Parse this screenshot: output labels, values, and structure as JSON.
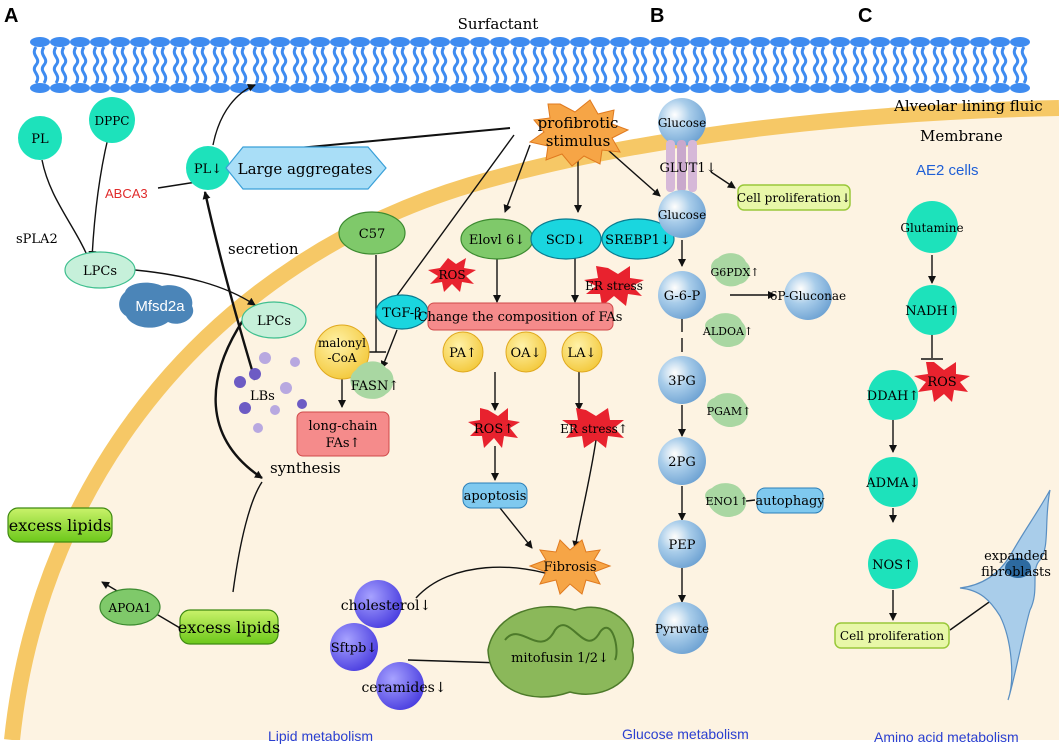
{
  "panels": {
    "a": "A",
    "b": "B",
    "c": "C"
  },
  "header": {
    "surfactant": "Surfactant",
    "alveolar_lining": "Alveolar lining fluic",
    "membrane": "Membrane",
    "cell_type": "AE2 cells"
  },
  "lipid": {
    "pl": "PL",
    "dppc": "DPPC",
    "pl_down": "PL↓",
    "large_aggregates": "Large aggregates",
    "abca3": "ABCA3",
    "spla2": "sPLA2",
    "lpcs_outer": "LPCs",
    "mfsd2a": "Mfsd2a",
    "lpcs_inner": "LPCs",
    "secretion": "secretion",
    "lbs": "LBs",
    "synthesis": "synthesis",
    "c57": "C57",
    "tgf_beta": "TGF-β",
    "malonyl_1": "malonyl",
    "malonyl_2": "-CoA",
    "fasn": "FASN↑",
    "long_chain_1": "long-chain",
    "long_chain_2": "FAs↑",
    "elovl6": "Elovl 6↓",
    "scd": "SCD↓",
    "srebp1": "SREBP1↓",
    "ros_small": "ROS",
    "er_stress_small": "ER stress",
    "change_fas": "Change the composition of FAs",
    "pa": "PA↑",
    "oa": "OA↓",
    "la": "LA↓",
    "ros_up": "ROS↑",
    "er_stress_up": "ER stress↑",
    "apoptosis": "apoptosis",
    "fibrosis": "Fibrosis",
    "profibrotic_1": "profibrotic",
    "profibrotic_2": "stimulus",
    "excess_lipids_top": "excess lipids",
    "excess_lipids_bottom": "excess lipids",
    "apoa1": "APOA1",
    "cholesterol": "cholesterol↓",
    "sftpb": "Sftpb↓",
    "ceramides": "ceramides↓",
    "mitofusin": "mitofusin 1/2↓",
    "section": "Lipid metabolism"
  },
  "glucose": {
    "glucose_top": "Glucose",
    "glut1": "GLUT1↓",
    "glucose_in": "Glucose",
    "cell_prolif_down": "Cell proliferation↓",
    "g6p": "G-6-P",
    "g6pdx": "G6PDX↑",
    "gluconae": "6P-Gluconae",
    "aldoa": "ALDOA↑",
    "pg3": "3PG",
    "pgam": "PGAM↑",
    "pg2": "2PG",
    "eno1": "ENO1↑",
    "autophagy": "autophagy",
    "pep": "PEP",
    "pyruvate": "Pyruvate",
    "section": "Glucose metabolism"
  },
  "amino": {
    "glutamine": "Glutamine",
    "nadh": "NADH↑",
    "ros": "ROS",
    "ddah": "DDAH↑",
    "adma": "ADMA↓",
    "nos": "NOS↑",
    "cell_prolif": "Cell proliferation",
    "fibro_1": "expanded",
    "fibro_2": "fibroblasts",
    "section": "Amino acid metabolism"
  },
  "colors": {
    "teal": "#1de2bb",
    "cyan_box": "#1ad6df",
    "green_ellipse": "#7fc96a",
    "blue_ball": "#a9cdea",
    "red_box": "#f58b8b",
    "yellow_ball": "#f9dc5c",
    "starburst_red": "#e8222e",
    "fibrosis": "#f6a546",
    "lime": "#9be321",
    "membrane": "#f6c866",
    "cell_fill": "#fdf3e2",
    "surfactant": "#3f8cf0"
  }
}
